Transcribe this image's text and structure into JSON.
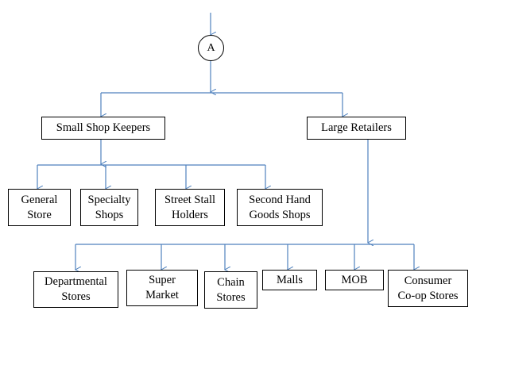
{
  "diagram": {
    "root": {
      "label": "A"
    },
    "level1": [
      {
        "label": "Small Shop Keepers"
      },
      {
        "label": "Large Retailers"
      }
    ],
    "small_shop_keepers": [
      {
        "label": "General\nStore"
      },
      {
        "label": "Specialty\nShops"
      },
      {
        "label": "Street Stall\nHolders"
      },
      {
        "label": "Second Hand\nGoods Shops"
      }
    ],
    "large_retailers": [
      {
        "label": "Departmental\nStores"
      },
      {
        "label": "Super\nMarket"
      },
      {
        "label": "Chain\nStores"
      },
      {
        "label": "Malls"
      },
      {
        "label": "MOB"
      },
      {
        "label": "Consumer\nCo-op Stores"
      }
    ],
    "colors": {
      "connector": "#4f81bd",
      "box_border": "#000000",
      "text": "#000000"
    }
  }
}
